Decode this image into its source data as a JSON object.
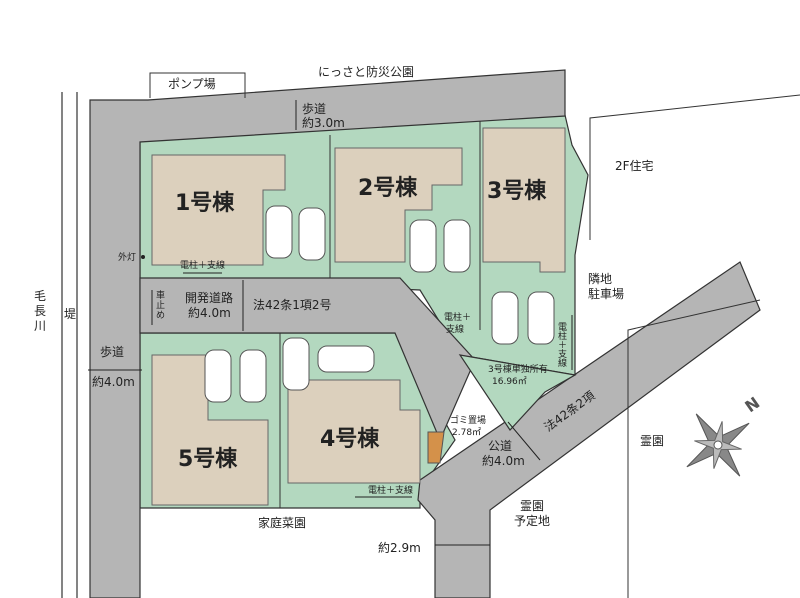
{
  "title_labels": {
    "pump_station": "ポンプ場",
    "park": "にっさと防災公園",
    "house_2f": "2F住宅",
    "neighbor_parking": [
      "隣地",
      "駐車場"
    ],
    "river": [
      "毛",
      "長",
      "川"
    ],
    "embankment": "堤",
    "cemetery": "霊園",
    "cemetery_planned": [
      "霊園",
      "予定地"
    ],
    "vegetable_garden": "家庭菜園"
  },
  "roads": {
    "top_sidewalk": [
      "歩道",
      "約3.0m"
    ],
    "left_sidewalk": [
      "歩道",
      "約4.0m"
    ],
    "dev_road": [
      "開発道路",
      "約4.0m"
    ],
    "dev_road_law": "法42条1項2号",
    "public_road": [
      "公道",
      "約4.0m"
    ],
    "public_road_law": "法42条2項",
    "bottom_width": "約2.9m",
    "car_stop": [
      "車",
      "止",
      "め"
    ]
  },
  "buildings": [
    "1号棟",
    "2号棟",
    "3号棟",
    "4号棟",
    "5号棟"
  ],
  "annotations": {
    "street_light": "外灯",
    "pole_1": "電柱＋支線",
    "pole_2": [
      "電柱＋",
      "支線"
    ],
    "pole_3": [
      "電",
      "柱",
      "＋",
      "支",
      "線"
    ],
    "pole_4": "電柱＋支線",
    "lot3_exclusive": [
      "3号棟単独所有",
      "16.96㎡"
    ],
    "garbage": [
      "ゴミ置場",
      "2.78㎡"
    ]
  },
  "compass": {
    "north_label": "N"
  },
  "colors": {
    "lot": "#b3d8bf",
    "road": "#b5b5b5",
    "building": "#dcd0bd",
    "garbage": "#d4914a"
  }
}
